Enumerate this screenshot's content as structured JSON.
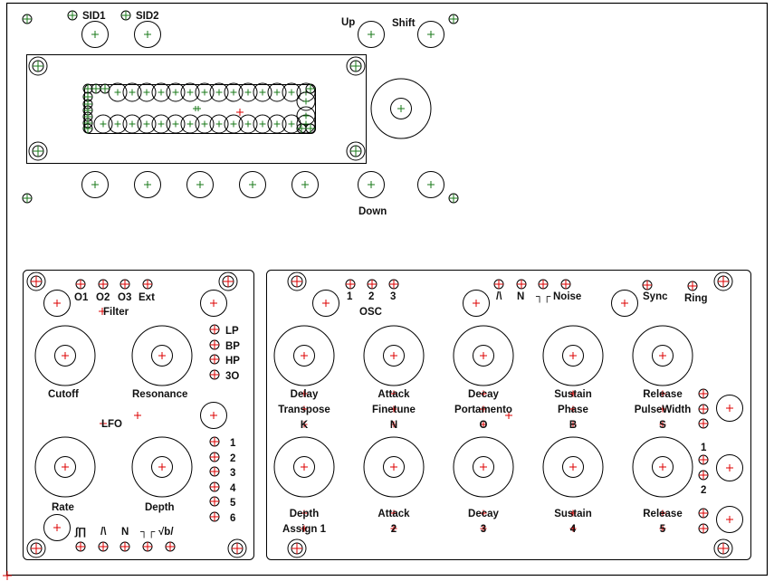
{
  "colors": {
    "outline": "#000000",
    "top_marker": "#1a7a1a",
    "bottom_marker": "#dd0000",
    "label": "#111111",
    "background": "#ffffff"
  },
  "top_panel": {
    "sid_labels": [
      "SID1",
      "SID2"
    ],
    "nav_labels": {
      "up": "Up",
      "shift": "Shift",
      "down": "Down"
    },
    "lcd": {
      "name": "lcd-display",
      "pin_rows": 2
    }
  },
  "filter_section": {
    "title": "Filter",
    "inputs": [
      "O1",
      "O2",
      "O3",
      "Ext"
    ],
    "modes": [
      "LP",
      "BP",
      "HP",
      "3O"
    ],
    "knobs": [
      "Cutoff",
      "Resonance"
    ]
  },
  "lfo_section": {
    "title": "LFO",
    "knobs": [
      "Rate",
      "Depth"
    ],
    "lfo_numbers": [
      "1",
      "2",
      "3",
      "4",
      "5",
      "6"
    ],
    "waveforms": [
      "triangle-wave",
      "sawtooth-wave",
      "ramp-wave",
      "pulse-wave",
      "random-wave"
    ],
    "waveform_text": [
      "∫∏",
      "/\\",
      "N",
      "┐┌",
      "√b/"
    ]
  },
  "osc_section": {
    "title": "OSC",
    "osc_numbers": [
      "1",
      "2",
      "3"
    ],
    "waveforms": [
      "/\\",
      "N",
      "┐┌",
      "Noise"
    ],
    "mods": [
      "Sync",
      "Ring"
    ],
    "knobs_row1": [
      {
        "line1": "Delay",
        "line2": "Transpose",
        "line3": "K"
      },
      {
        "line1": "Attack",
        "line2": "Finetune",
        "line3": "N"
      },
      {
        "line1": "Decay",
        "line2": "Portamento",
        "line3": "O"
      },
      {
        "line1": "Sustain",
        "line2": "Phase",
        "line3": "B"
      },
      {
        "line1": "Release",
        "line2": "PulseWidth",
        "line3": "S"
      }
    ],
    "knobs_row2": [
      {
        "line1": "Depth",
        "line2": "Assign   1"
      },
      {
        "line1": "Attack",
        "line2": "2"
      },
      {
        "line1": "Decay",
        "line2": "3"
      },
      {
        "line1": "Sustain",
        "line2": "4"
      },
      {
        "line1": "Release",
        "line2": "5"
      }
    ],
    "env_selector": [
      "1",
      "2"
    ]
  }
}
